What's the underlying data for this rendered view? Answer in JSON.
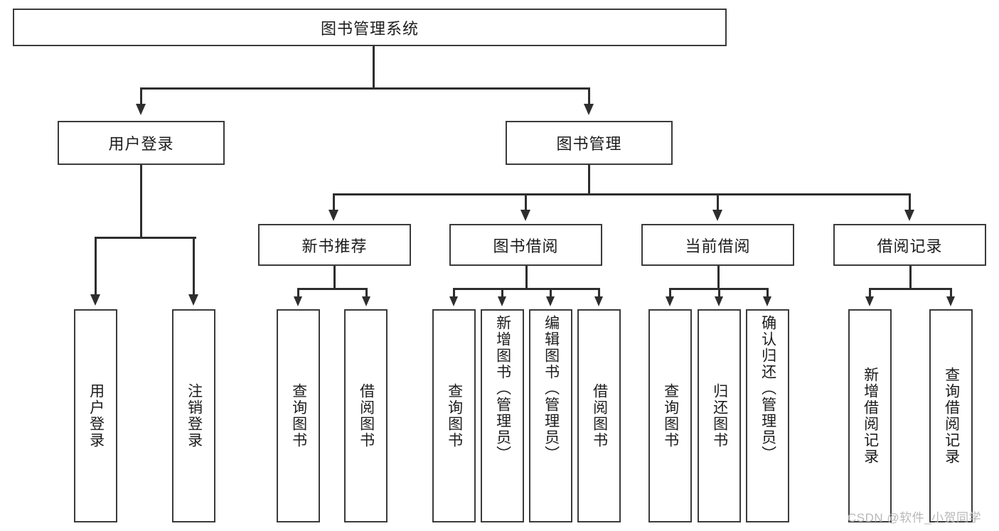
{
  "diagram": {
    "type": "tree-hierarchy",
    "title": "图书管理系统",
    "root": {
      "label": "图书管理系统"
    },
    "level2": [
      {
        "label": "用户登录"
      },
      {
        "label": "图书管理"
      }
    ],
    "level3": [
      {
        "label": "新书推荐"
      },
      {
        "label": "图书借阅"
      },
      {
        "label": "当前借阅"
      },
      {
        "label": "借阅记录"
      }
    ],
    "leaves": {
      "user_login": [
        {
          "label": "用户登录"
        },
        {
          "label": "注销登录"
        }
      ],
      "new_book_recommend": [
        {
          "label": "查询图书"
        },
        {
          "label": "借阅图书"
        }
      ],
      "book_borrow": [
        {
          "label": "查询图书"
        },
        {
          "label": "新增图书（管理员）"
        },
        {
          "label": "编辑图书（管理员）"
        },
        {
          "label": "借阅图书"
        }
      ],
      "current_borrow": [
        {
          "label": "查询图书"
        },
        {
          "label": "归还图书"
        },
        {
          "label": "确认归还（管理员）"
        }
      ],
      "borrow_record": [
        {
          "label": "新增借阅记录"
        },
        {
          "label": "查询借阅记录"
        }
      ]
    }
  },
  "watermark": {
    "text": "CSDN @软件_小贺同学"
  },
  "colors": {
    "border": "#3b3b3b",
    "line": "#2e2e2e",
    "text": "#1c1c1c",
    "background": "#ffffff",
    "watermark": "#b8b8b8"
  }
}
